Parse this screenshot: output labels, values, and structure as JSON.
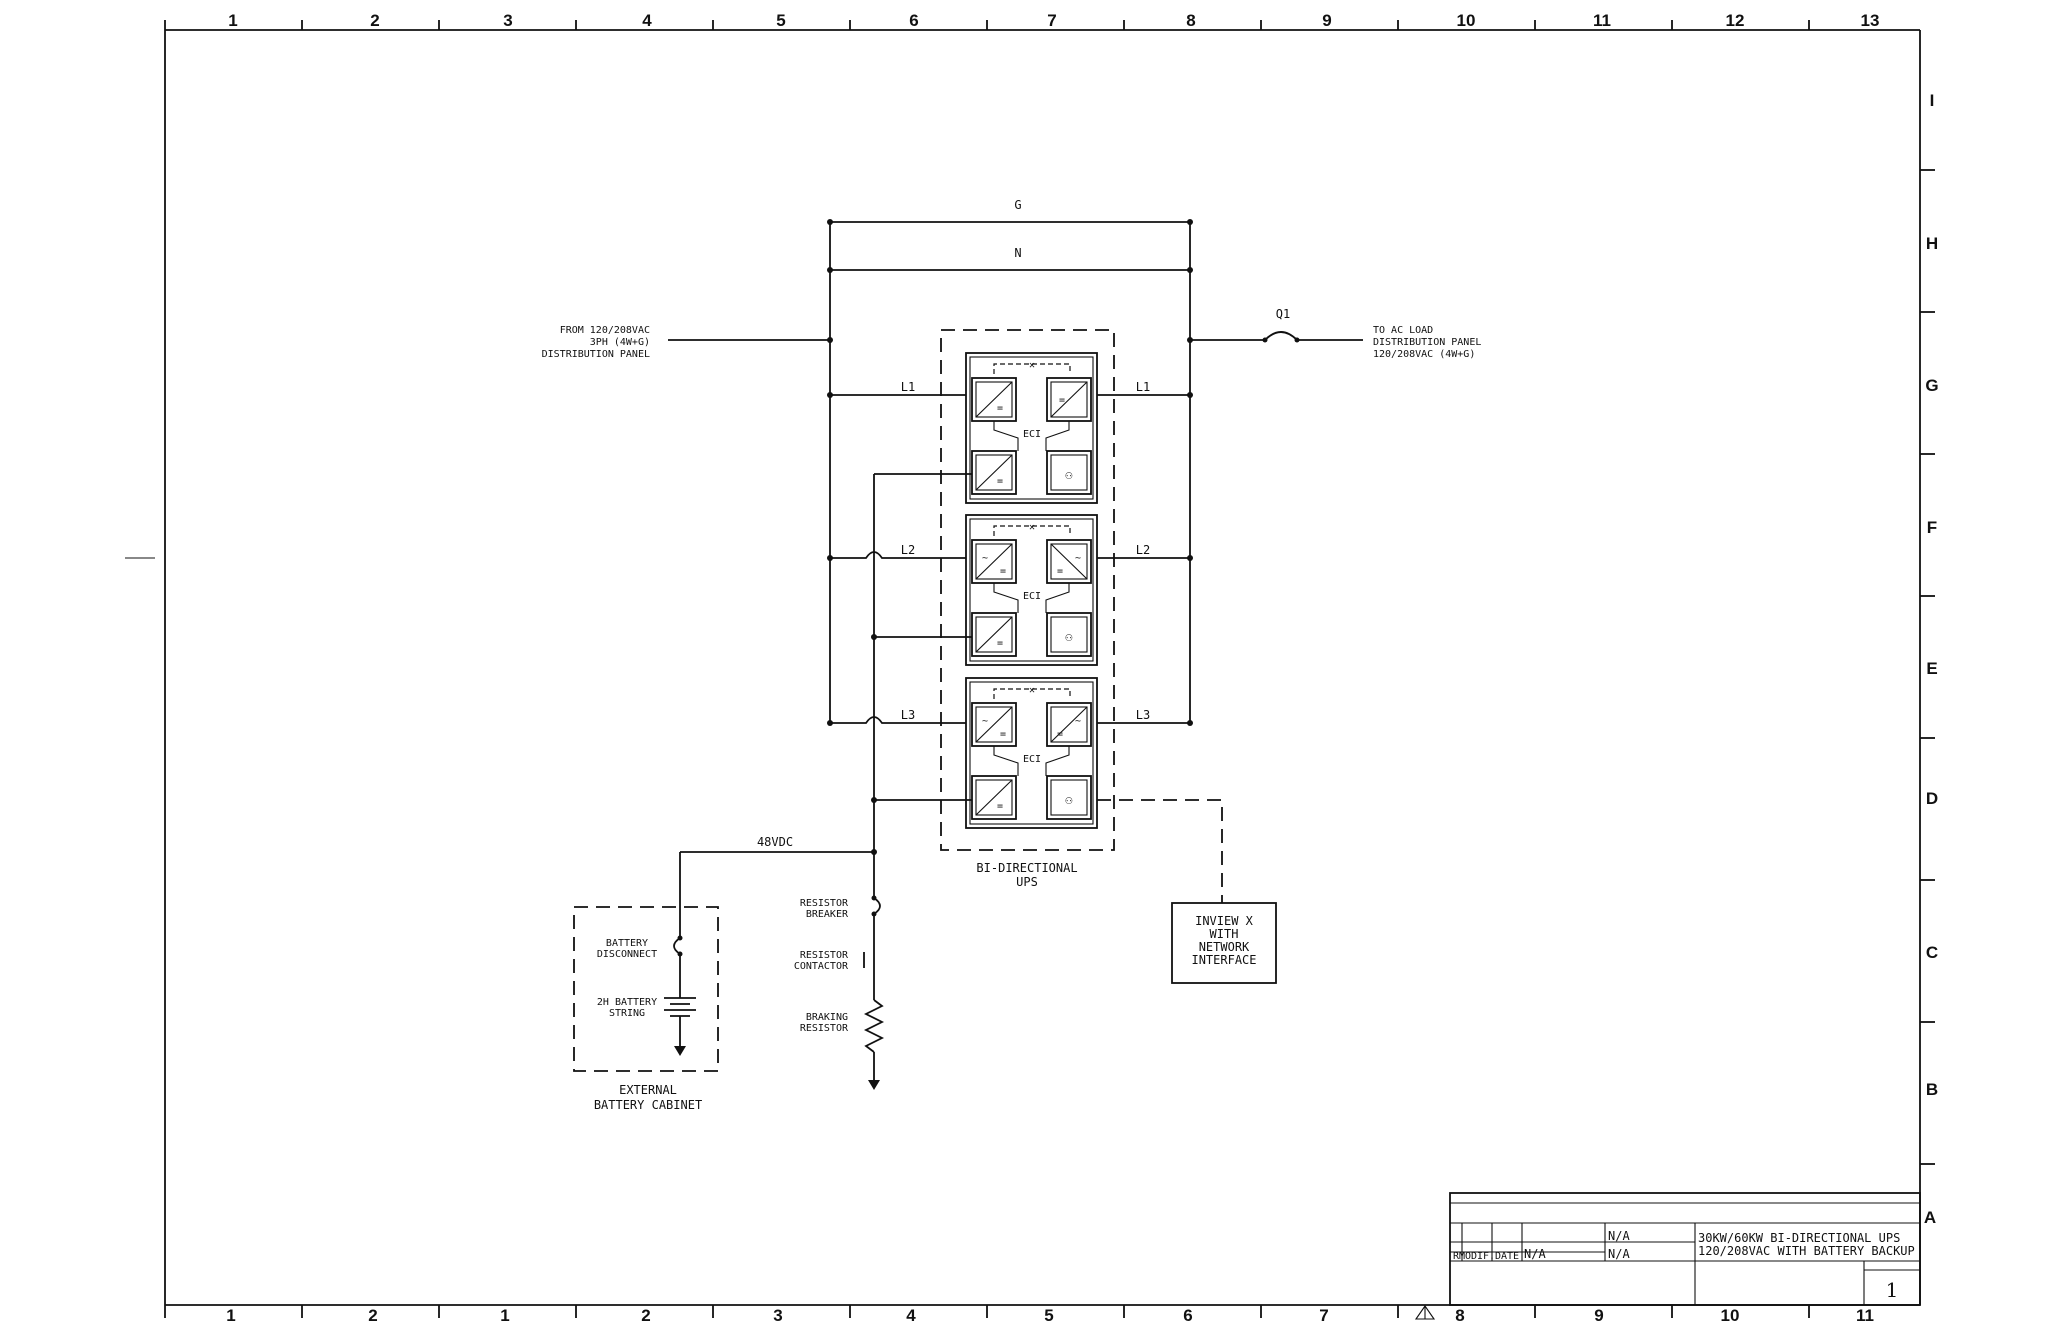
{
  "border": {
    "top_columns": [
      "1",
      "2",
      "3",
      "4",
      "5",
      "6",
      "7",
      "8",
      "9",
      "10",
      "11",
      "12",
      "13"
    ],
    "bottom_columns": [
      "1",
      "2",
      "1",
      "2",
      "3",
      "4",
      "5",
      "6",
      "7",
      "8",
      "9",
      "10",
      "11"
    ],
    "right_rows": [
      "I",
      "H",
      "G",
      "F",
      "E",
      "D",
      "C",
      "B",
      "A"
    ]
  },
  "buses": {
    "ground": "G",
    "neutral": "N"
  },
  "source": {
    "lines": [
      "FROM 120/208VAC",
      "3PH (4W+G)",
      "DISTRIBUTION PANEL"
    ]
  },
  "load": {
    "lines": [
      "TO AC LOAD",
      "DISTRIBUTION PANEL",
      "120/208VAC (4W+G)"
    ]
  },
  "breaker_q1": "Q1",
  "phases": {
    "in": [
      "L1",
      "L2",
      "L3"
    ],
    "out": [
      "L1",
      "L2",
      "L3"
    ]
  },
  "module_label": "ECI",
  "ups": {
    "lines": [
      "BI-DIRECTIONAL",
      "UPS"
    ]
  },
  "dc_bus": "48VDC",
  "inview": {
    "lines": [
      "INVIEW X",
      "WITH",
      "NETWORK",
      "INTERFACE"
    ]
  },
  "resistor_breaker": {
    "lines": [
      "RESISTOR",
      "BREAKER"
    ]
  },
  "resistor_contactor": {
    "lines": [
      "RESISTOR",
      "CONTACTOR"
    ]
  },
  "braking_resistor": {
    "lines": [
      "BRAKING",
      "RESISTOR"
    ]
  },
  "battery_disconnect": {
    "lines": [
      "BATTERY",
      "DISCONNECT"
    ]
  },
  "battery_string": {
    "lines": [
      "2H BATTERY",
      "STRING"
    ]
  },
  "battery_cabinet": {
    "lines": [
      "EXTERNAL",
      "BATTERY CABINET"
    ]
  },
  "title_block": {
    "approved_1": "N/A",
    "approved_2": "N/A",
    "checked": "N/A",
    "description_lines": [
      "30KW/60KW BI-DIRECTIONAL UPS",
      "120/208VAC WITH BATTERY BACKUP"
    ],
    "sheet_number": "1",
    "col_rev": "R",
    "col_modif": "MODIF.",
    "col_date": "DATE"
  }
}
